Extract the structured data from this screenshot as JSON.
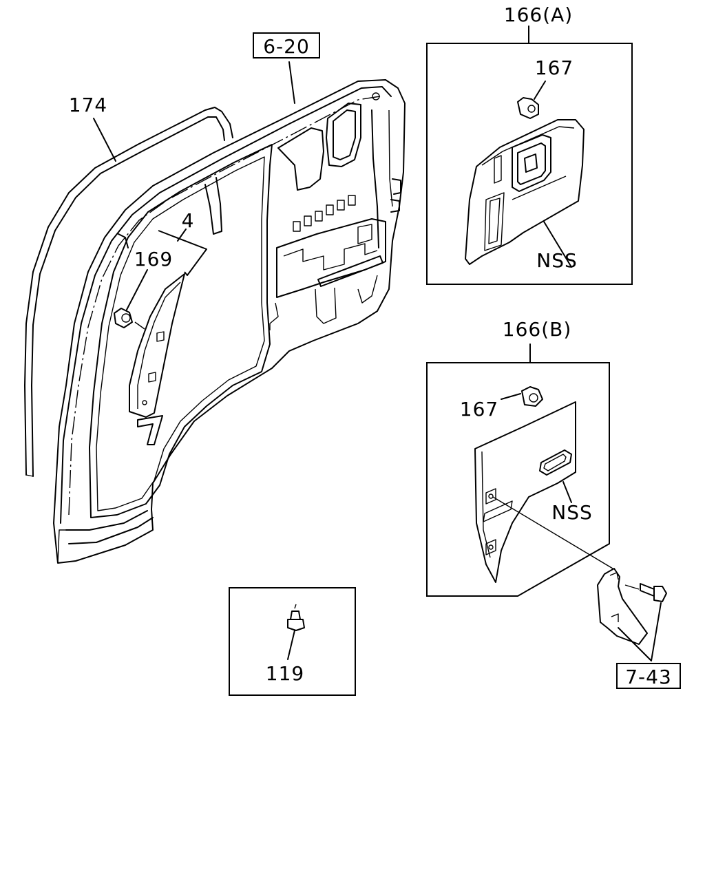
{
  "labels": {
    "ref_6_20": "6-20",
    "part_174": "174",
    "part_4": "4",
    "part_169": "169",
    "part_166a": "166(A)",
    "part_167a": "167",
    "nss_a": "NSS",
    "part_166b": "166(B)",
    "part_167b": "167",
    "nss_b": "NSS",
    "part_119": "119",
    "ref_7_43": "7-43"
  }
}
